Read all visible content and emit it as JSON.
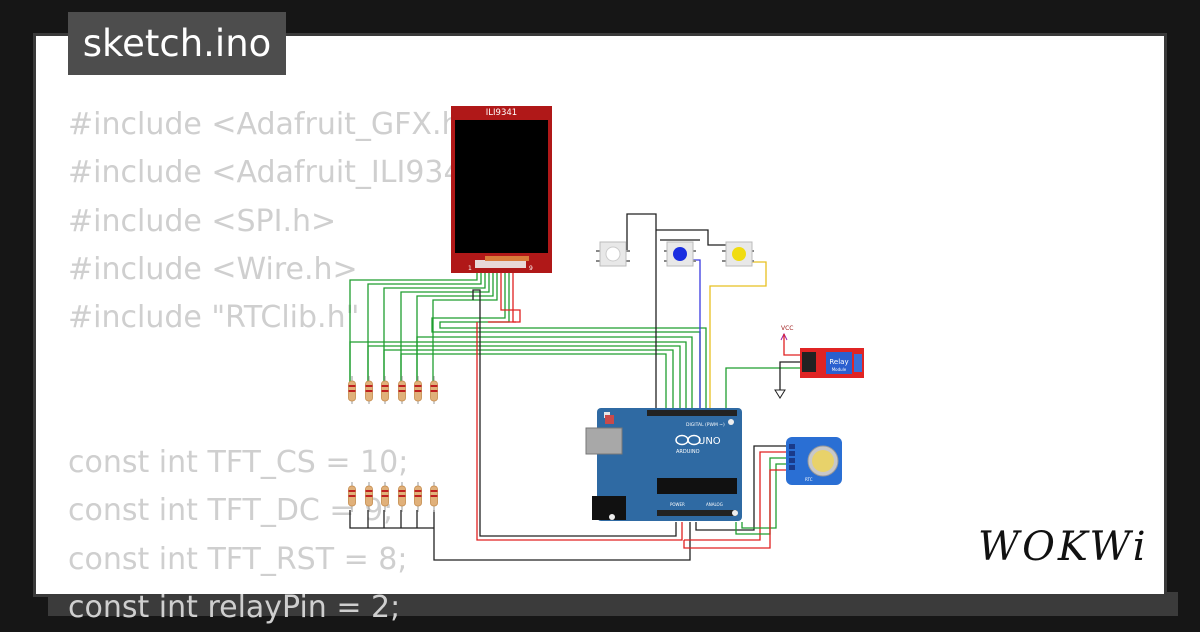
{
  "file_tab": {
    "label": "sketch.ino"
  },
  "code_lines": [
    "#include <Adafruit_GFX.h>",
    "#include <Adafruit_ILI9341.h>",
    "#include <SPI.h>",
    "#include <Wire.h>",
    "#include \"RTClib.h\"",
    "",
    "",
    "const int TFT_CS = 10;",
    "const int TFT_DC = 9;",
    "const int TFT_RST = 8;",
    "const int relayPin = 2;"
  ],
  "diagram": {
    "display_label": "ILI9341",
    "display_pin_first": "1",
    "display_pin_last": "9",
    "board_brand": "ARDUINO",
    "board_model": "UNO",
    "board_header_label": "DIGITAL (PWM ~)",
    "board_power_label": "POWER",
    "board_analog_label": "ANALOG",
    "relay_label": "Relay",
    "relay_sublabel": "Module",
    "vcc_label": "VCC",
    "rtc_label": "RTC"
  },
  "colors": {
    "wire_green": "#1f9e2f",
    "wire_red": "#e02020",
    "wire_black": "#222222",
    "wire_blue": "#3a3ae0",
    "wire_yellow": "#e8c020",
    "board_blue": "#2f6aa3",
    "display_red": "#b01818",
    "relay_red": "#e02424",
    "rtc_blue": "#2a6fd4"
  },
  "brand": {
    "logo": "WOKWi"
  }
}
